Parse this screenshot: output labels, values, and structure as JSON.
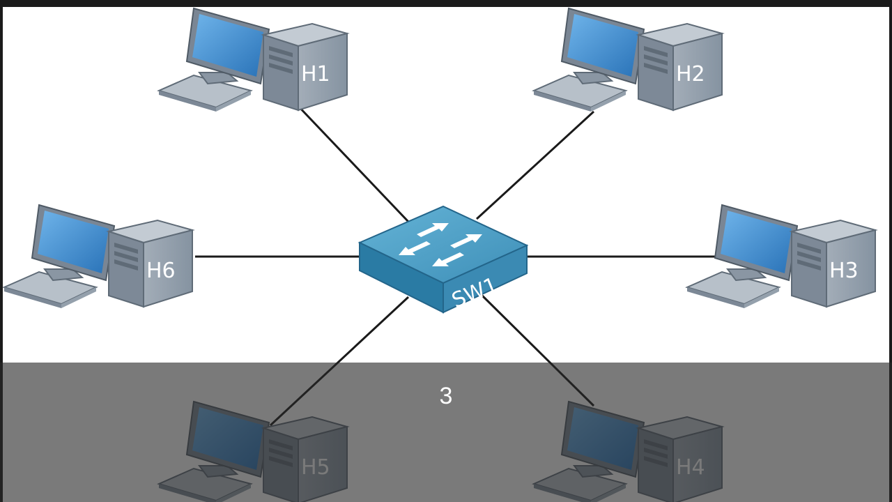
{
  "diagram": {
    "switch": {
      "id": "sw1",
      "label": "SW1"
    },
    "hosts": [
      {
        "id": "h1",
        "label": "H1"
      },
      {
        "id": "h2",
        "label": "H2"
      },
      {
        "id": "h3",
        "label": "H3"
      },
      {
        "id": "h4",
        "label": "H4"
      },
      {
        "id": "h5",
        "label": "H5"
      },
      {
        "id": "h6",
        "label": "H6"
      }
    ],
    "links": [
      {
        "from": "h1",
        "to": "sw1"
      },
      {
        "from": "h2",
        "to": "sw1"
      },
      {
        "from": "h3",
        "to": "sw1"
      },
      {
        "from": "h4",
        "to": "sw1"
      },
      {
        "from": "h5",
        "to": "sw1"
      },
      {
        "from": "h6",
        "to": "sw1"
      }
    ],
    "colors": {
      "switch_top": "#4d9fc4",
      "switch_side": "#2f7fa8",
      "tower": "#8e9aa6",
      "monitor_screen": "#3d8fd4",
      "link": "#1a1a1a"
    }
  },
  "overlay": {
    "caption": "3"
  }
}
